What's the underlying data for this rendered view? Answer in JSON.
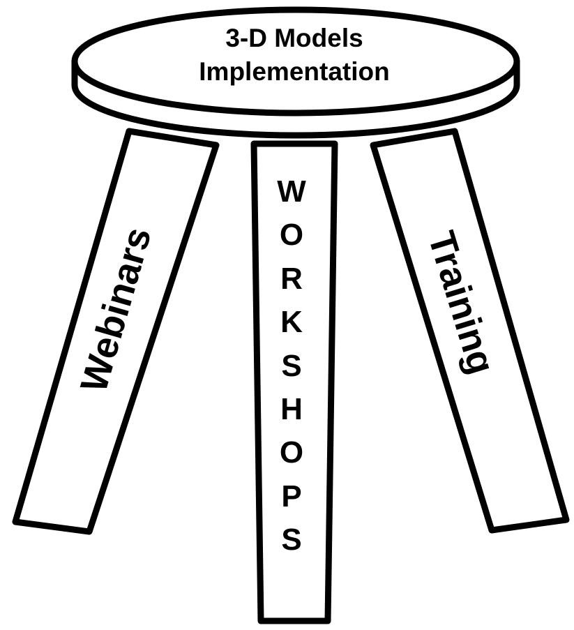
{
  "seat": {
    "line1": "3-D Models",
    "line2": "Implementation"
  },
  "legs": {
    "left": "Webinars",
    "center_letters": [
      "W",
      "O",
      "R",
      "K",
      "S",
      "H",
      "O",
      "P",
      "S"
    ],
    "right": "Training"
  },
  "colors": {
    "stroke": "#000000",
    "fill": "#ffffff"
  }
}
